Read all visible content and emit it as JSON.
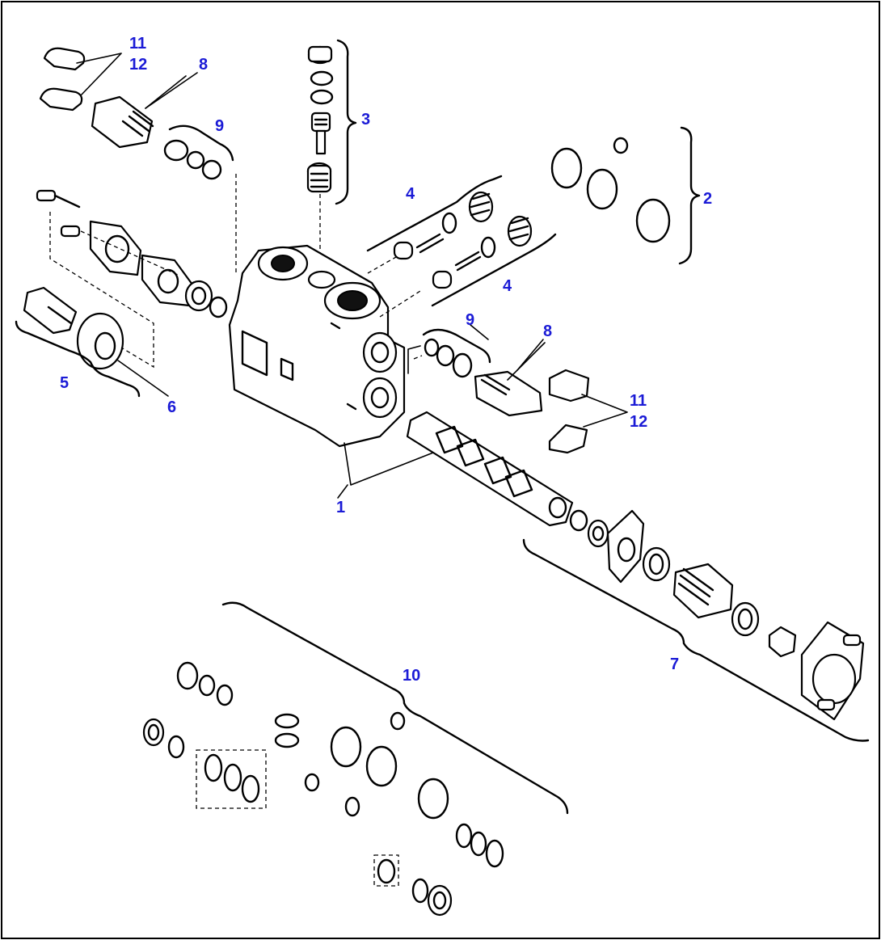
{
  "colors": {
    "callout": "#1b1bd6",
    "line": "#000000",
    "background": "#ffffff"
  },
  "callouts": [
    {
      "id": "c11a",
      "text": "11"
    },
    {
      "id": "c12a",
      "text": "12"
    },
    {
      "id": "c8a",
      "text": "8"
    },
    {
      "id": "c9a",
      "text": "9"
    },
    {
      "id": "c3",
      "text": "3"
    },
    {
      "id": "c2",
      "text": "2"
    },
    {
      "id": "c4a",
      "text": "4"
    },
    {
      "id": "c4b",
      "text": "4"
    },
    {
      "id": "c9b",
      "text": "9"
    },
    {
      "id": "c8b",
      "text": "8"
    },
    {
      "id": "c11b",
      "text": "11"
    },
    {
      "id": "c12b",
      "text": "12"
    },
    {
      "id": "c5",
      "text": "5"
    },
    {
      "id": "c6",
      "text": "6"
    },
    {
      "id": "c1",
      "text": "1"
    },
    {
      "id": "c7",
      "text": "7"
    },
    {
      "id": "c10",
      "text": "10"
    }
  ]
}
